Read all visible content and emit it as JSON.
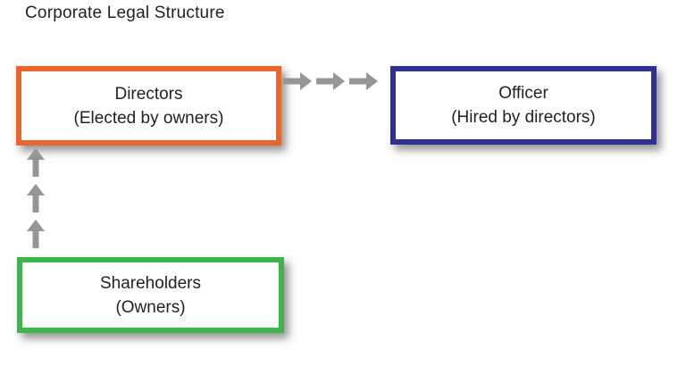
{
  "title": "Corporate Legal Structure",
  "colors": {
    "directors_border": "#E8662B",
    "officer_border": "#2E3192",
    "shareholders_border": "#3CB54A",
    "arrow": "#969696",
    "text": "#231F20"
  },
  "nodes": {
    "directors": {
      "label": "Directors",
      "sublabel": "(Elected by owners)"
    },
    "officer": {
      "label": "Officer",
      "sublabel": "(Hired by directors)"
    },
    "shareholders": {
      "label": "Shareholders",
      "sublabel": "(Owners)"
    }
  },
  "connections": [
    {
      "from": "directors",
      "to": "officer",
      "direction": "right",
      "style": "three dashed gray arrows"
    },
    {
      "from": "shareholders",
      "to": "directors",
      "direction": "up",
      "style": "three dashed gray arrows"
    }
  ]
}
